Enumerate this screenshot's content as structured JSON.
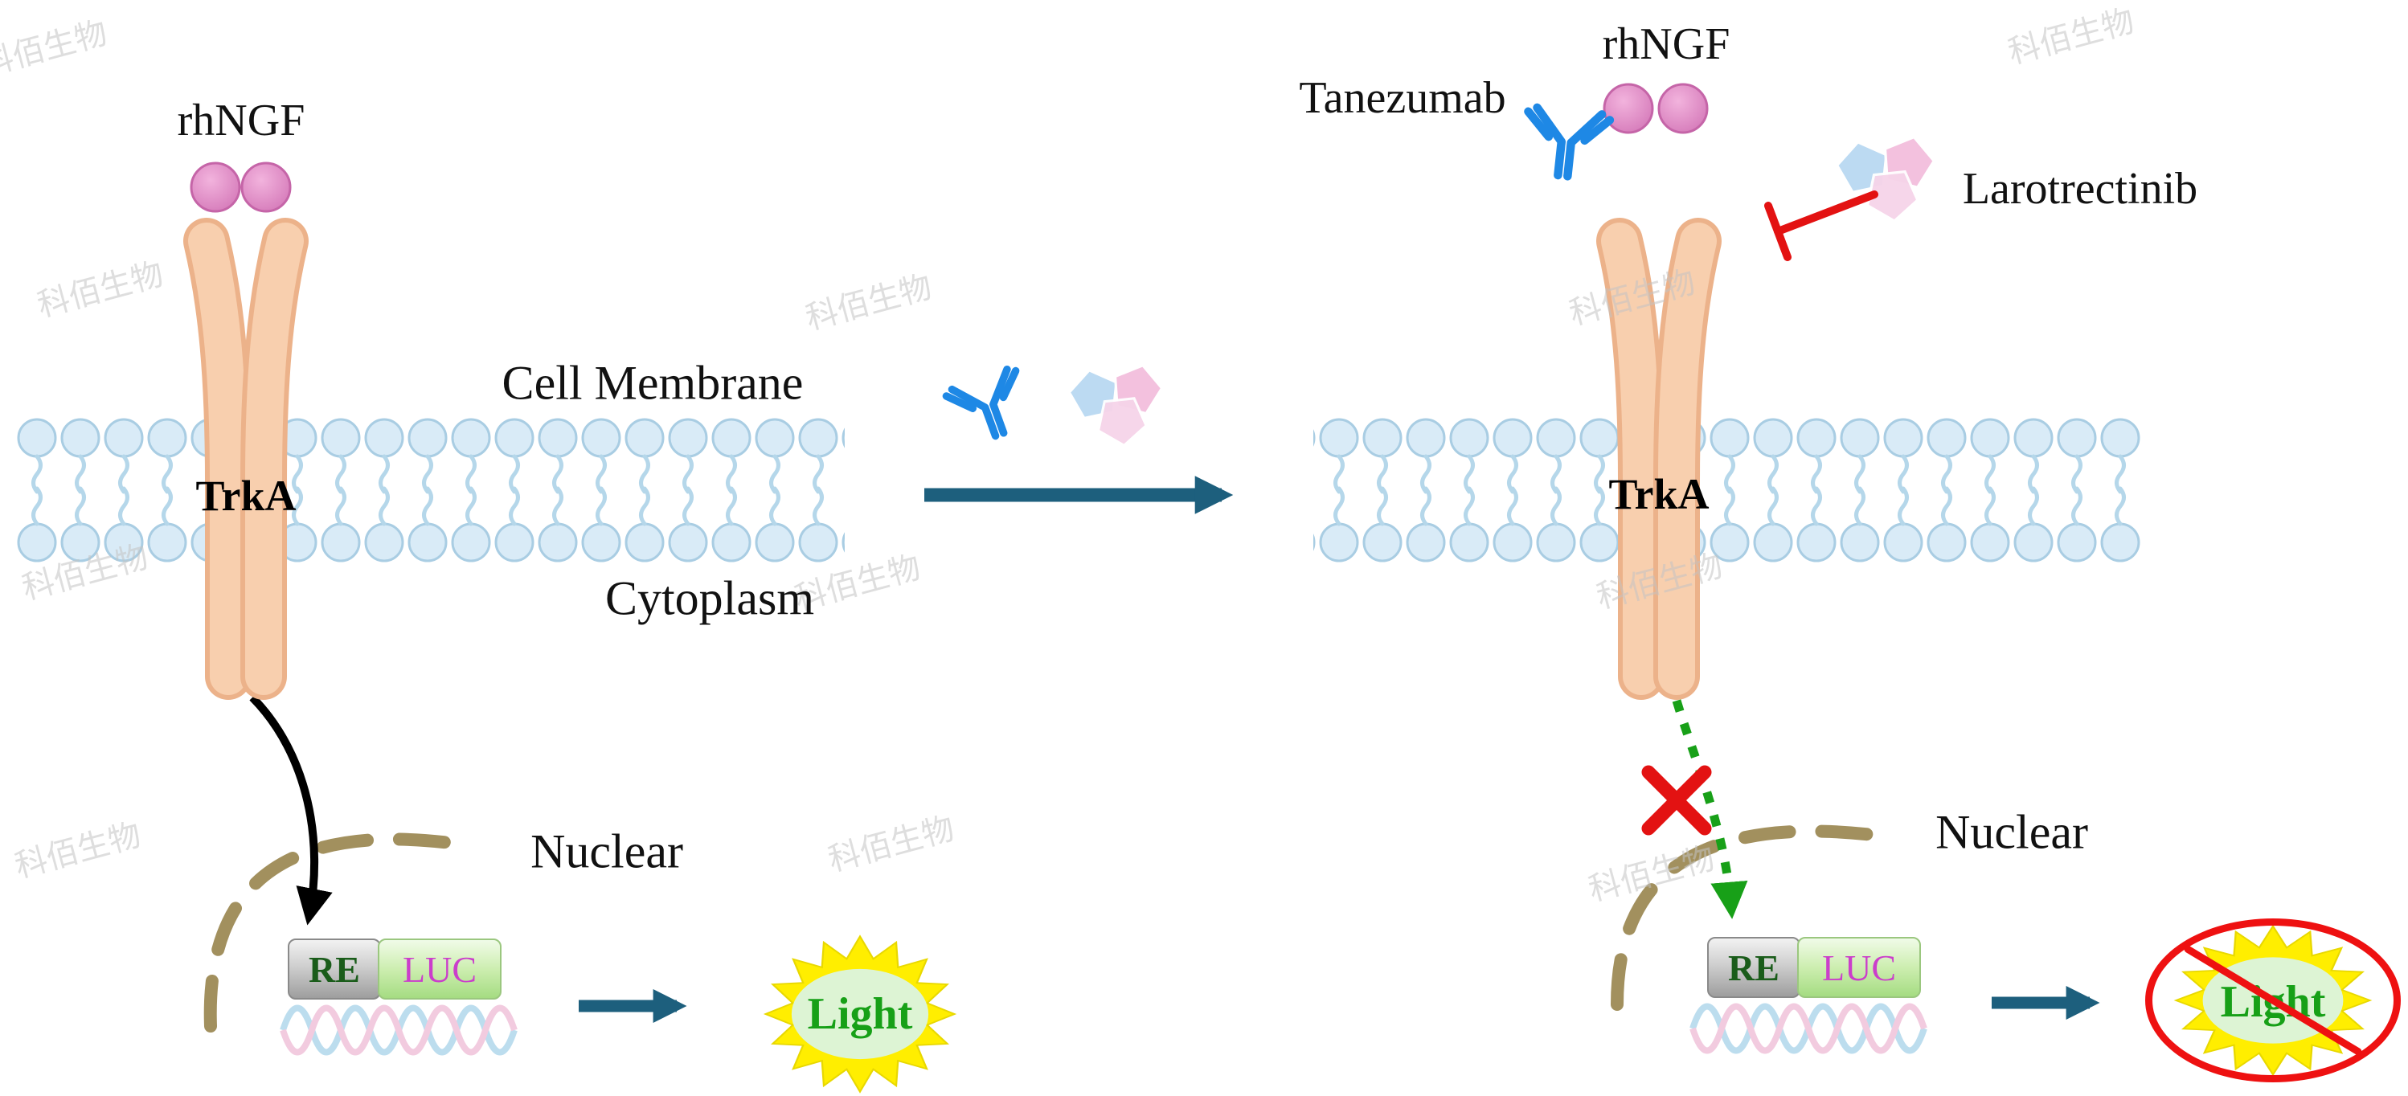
{
  "watermark": {
    "text": "科佰生物"
  },
  "panels": {
    "left": {
      "ligand_label": "rhNGF",
      "receptor_label": "TrkA",
      "cell_membrane_label": "Cell Membrane",
      "cytoplasm_label": "Cytoplasm",
      "nucleus_label": "Nuclear",
      "response_element_label": "RE",
      "luciferase_label": "LUC",
      "light_label": "Light"
    },
    "right": {
      "ligand_label": "rhNGF",
      "antibody_label": "Tanezumab",
      "inhibitor_label": "Larotrectinib",
      "receptor_label": "TrkA",
      "nucleus_label": "Nuclear",
      "response_element_label": "RE",
      "luciferase_label": "LUC",
      "light_label": "Light"
    }
  },
  "colors": {
    "ligand_pink": "#DD85C4",
    "receptor_salmon": "#F8CFAE",
    "receptor_outline": "#ECB28A",
    "membrane_blue": "#D9EBF7",
    "arrow_teal": "#1D5F7D",
    "signal_black": "#000000",
    "blocked_green": "#18A018",
    "inhibit_red": "#E31212",
    "antibody_blue": "#1E88E5",
    "nuclear_tan": "#A2905E",
    "burst_yellow": "#FFEE00",
    "burst_green_fill": "#DDF4D4",
    "light_text_green": "#17A017",
    "re_text_green": "#1A5C1A",
    "luc_text_magenta": "#CB3ECB"
  }
}
